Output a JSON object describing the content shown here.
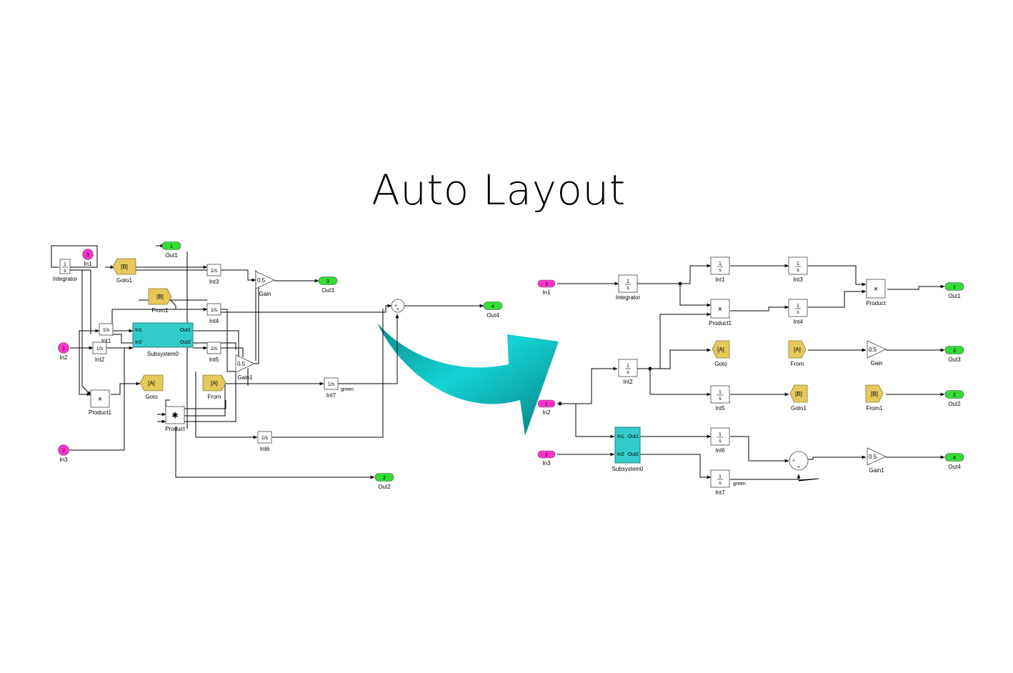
{
  "title": "Auto Layout",
  "colors": {
    "inport": "#ff33cc",
    "outport": "#33dd33",
    "goto_from": "#e6c95a",
    "subsystem": "#33cccc",
    "arrow": "#0bbcbc"
  },
  "before": {
    "blocks": [
      {
        "id": "b_in1",
        "kind": "inport",
        "num": "3",
        "label": "In1"
      },
      {
        "id": "b_in2",
        "kind": "inport",
        "num": "1",
        "label": "In2"
      },
      {
        "id": "b_in3",
        "kind": "inport",
        "num": "2",
        "label": "In3"
      },
      {
        "id": "b_integrator",
        "kind": "int",
        "label": "Integrator"
      },
      {
        "id": "b_goto1",
        "kind": "goto",
        "tag": "[B]",
        "label": "Goto1"
      },
      {
        "id": "b_from1",
        "kind": "from",
        "tag": "[B]",
        "label": "From1"
      },
      {
        "id": "b_goto",
        "kind": "goto",
        "tag": "[A]",
        "label": "Goto"
      },
      {
        "id": "b_from",
        "kind": "from",
        "tag": "[A]",
        "label": "From"
      },
      {
        "id": "b_int1",
        "kind": "gain_s",
        "text": "1/s",
        "label": "Int1"
      },
      {
        "id": "b_int2",
        "kind": "gain_s",
        "text": "1/s",
        "label": "Int2"
      },
      {
        "id": "b_int3",
        "kind": "gain_s",
        "text": "1/s",
        "label": "Int3"
      },
      {
        "id": "b_int4",
        "kind": "gain_s",
        "text": "1/s",
        "label": "Int4"
      },
      {
        "id": "b_int5",
        "kind": "gain_s",
        "text": "1/s",
        "label": "Int5"
      },
      {
        "id": "b_int6",
        "kind": "gain_s",
        "text": "1/s",
        "label": "Int6"
      },
      {
        "id": "b_int7",
        "kind": "gain_s",
        "text": "1/s",
        "label": "Int7"
      },
      {
        "id": "b_sub",
        "kind": "subsystem",
        "in1": "In1",
        "in2": "In2",
        "out1": "Out1",
        "out2": "Out2",
        "label": "Subsystem0"
      },
      {
        "id": "b_prod1",
        "kind": "product",
        "sym": "×",
        "label": "Product1"
      },
      {
        "id": "b_prod",
        "kind": "product",
        "sym": "✱",
        "label": "Product"
      },
      {
        "id": "b_gain",
        "kind": "gain",
        "value": "0.5",
        "label": "Gain"
      },
      {
        "id": "b_gain1",
        "kind": "gain",
        "value": "0.5",
        "label": "Gain1"
      },
      {
        "id": "b_out1",
        "kind": "outport",
        "num": "1",
        "label": "Out1"
      },
      {
        "id": "b_out2",
        "kind": "outport",
        "num": "2",
        "label": "Out2"
      },
      {
        "id": "b_out3",
        "kind": "outport",
        "num": "3",
        "label": "Out3"
      },
      {
        "id": "b_out4",
        "kind": "outport",
        "num": "4",
        "label": "Out4"
      },
      {
        "id": "b_sum",
        "kind": "sum",
        "label": ""
      }
    ],
    "signal_label": "green"
  },
  "after": {
    "blocks": [
      {
        "id": "a_in1",
        "kind": "inport",
        "num": "3",
        "label": "In1"
      },
      {
        "id": "a_in2",
        "kind": "inport",
        "num": "1",
        "label": "In2"
      },
      {
        "id": "a_in3",
        "kind": "inport",
        "num": "2",
        "label": "In3"
      },
      {
        "id": "a_integrator",
        "kind": "int",
        "label": "Integrator"
      },
      {
        "id": "a_int1",
        "kind": "int",
        "label": "Int1"
      },
      {
        "id": "a_int2",
        "kind": "int",
        "label": "Int2"
      },
      {
        "id": "a_int3",
        "kind": "int",
        "label": "Int3"
      },
      {
        "id": "a_int4",
        "kind": "int",
        "label": "Int4"
      },
      {
        "id": "a_int5",
        "kind": "int",
        "label": "Int5"
      },
      {
        "id": "a_int6",
        "kind": "int",
        "label": "Int6"
      },
      {
        "id": "a_int7",
        "kind": "int",
        "label": "Int7"
      },
      {
        "id": "a_prod1",
        "kind": "product",
        "sym": "×",
        "label": "Product1"
      },
      {
        "id": "a_prod",
        "kind": "product",
        "sym": "×",
        "label": "Product"
      },
      {
        "id": "a_goto",
        "kind": "goto",
        "tag": "[A]",
        "label": "Goto"
      },
      {
        "id": "a_from",
        "kind": "from",
        "tag": "[A]",
        "label": "From"
      },
      {
        "id": "a_goto1",
        "kind": "goto",
        "tag": "[B]",
        "label": "Goto1"
      },
      {
        "id": "a_from1",
        "kind": "from",
        "tag": "[B]",
        "label": "From1"
      },
      {
        "id": "a_gain",
        "kind": "gain",
        "value": "0.5",
        "label": "Gain"
      },
      {
        "id": "a_gain1",
        "kind": "gain",
        "value": "0.5",
        "label": "Gain1"
      },
      {
        "id": "a_sub",
        "kind": "subsystem",
        "in1": "In1",
        "in2": "In2",
        "out1": "Out1",
        "out2": "Out2",
        "label": "Subsystem0"
      },
      {
        "id": "a_out1",
        "kind": "outport",
        "num": "1",
        "label": "Out1"
      },
      {
        "id": "a_out2",
        "kind": "outport",
        "num": "2",
        "label": "Out2"
      },
      {
        "id": "a_out3",
        "kind": "outport",
        "num": "3",
        "label": "Out3"
      },
      {
        "id": "a_out4",
        "kind": "outport",
        "num": "4",
        "label": "Out4"
      },
      {
        "id": "a_sum",
        "kind": "sum",
        "label": ""
      }
    ],
    "signal_label": "green"
  },
  "int_numerator": "1",
  "int_denominator": "s",
  "sum_signs": "+"
}
